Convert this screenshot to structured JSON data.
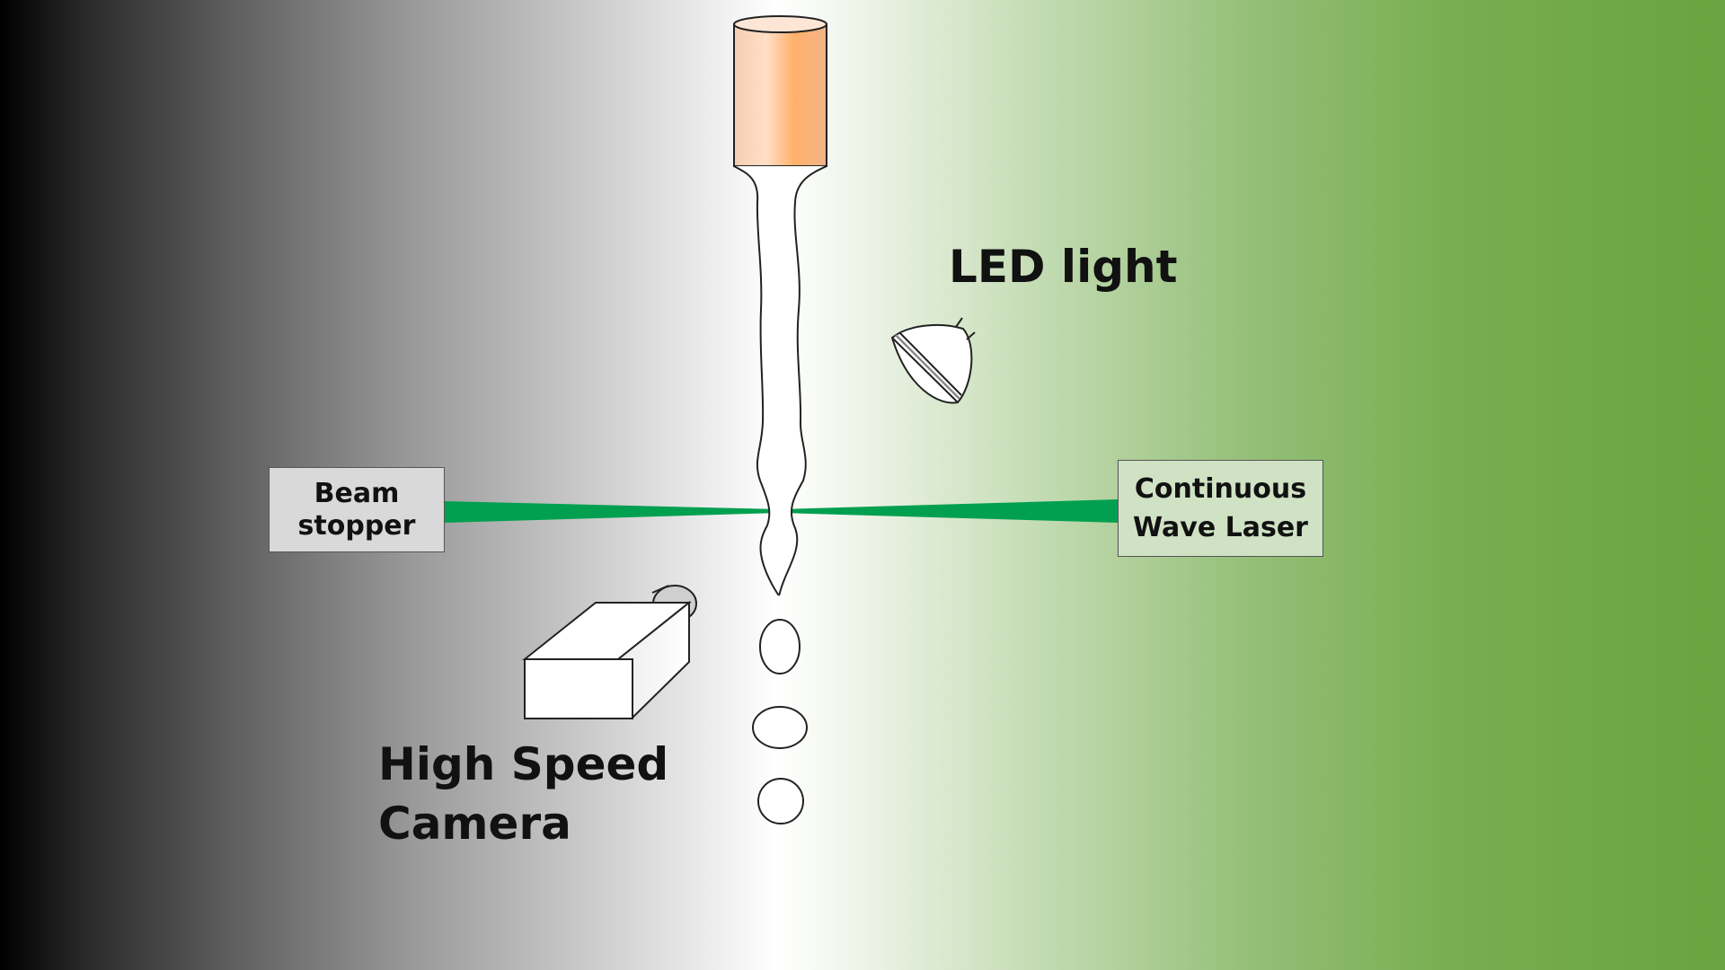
{
  "labels": {
    "led_light": "LED light",
    "beam_stopper_line1": "Beam",
    "beam_stopper_line2": "stopper",
    "laser_line1": "Continuous",
    "laser_line2": "Wave Laser",
    "camera_line1": "High Speed",
    "camera_line2": "Camera"
  },
  "colors": {
    "laser_beam": "#00a050",
    "nozzle_edge": "#f3b58e",
    "nozzle_center": "#ffb775",
    "beam_stopper_fill": "#d9d9d9",
    "laser_box_fill": "#cfe2c4"
  },
  "icons": {
    "nozzle": "cylinder-nozzle-icon",
    "led": "led-lamp-icon",
    "camera": "camera-box-icon"
  }
}
